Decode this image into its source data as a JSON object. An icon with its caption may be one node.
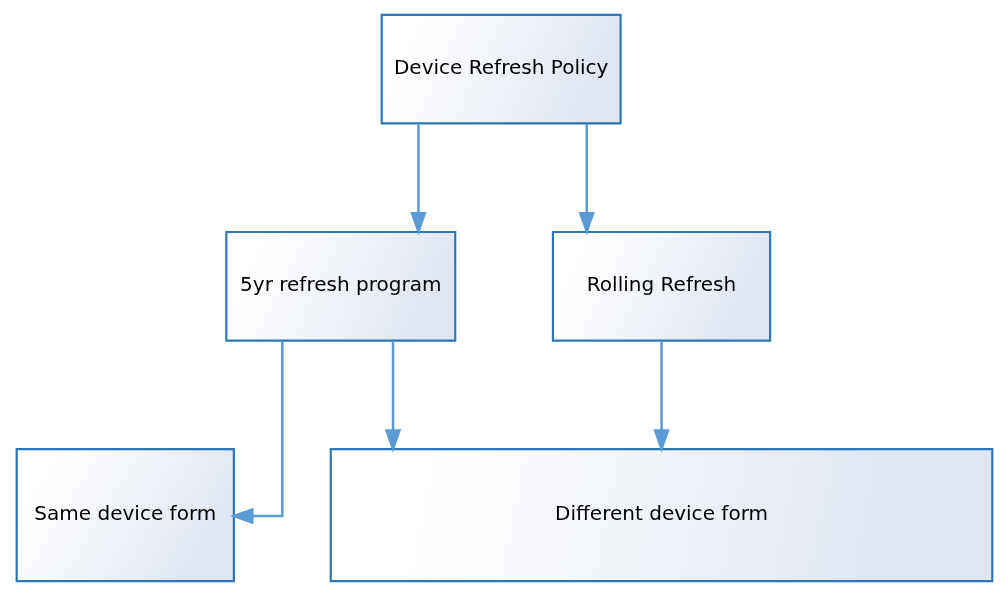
{
  "diagram": {
    "nodes": [
      {
        "text": [
          "Device Refresh Policy"
        ]
      },
      {
        "text": [
          "5yr refresh program"
        ]
      },
      {
        "text": [
          "Rolling Refresh"
        ]
      },
      {
        "text": [
          "Same device form"
        ]
      },
      {
        "text": [
          "Different device form"
        ]
      }
    ],
    "edges": [
      {
        "from": 0,
        "to": 1,
        "arrow": "to"
      },
      {
        "from": 0,
        "to": 2,
        "arrow": "to"
      },
      {
        "from": 1,
        "to": 3,
        "arrow": "to"
      },
      {
        "from": 1,
        "to": 4,
        "arrow": "to"
      },
      {
        "from": 2,
        "to": 4,
        "arrow": "to"
      }
    ]
  }
}
